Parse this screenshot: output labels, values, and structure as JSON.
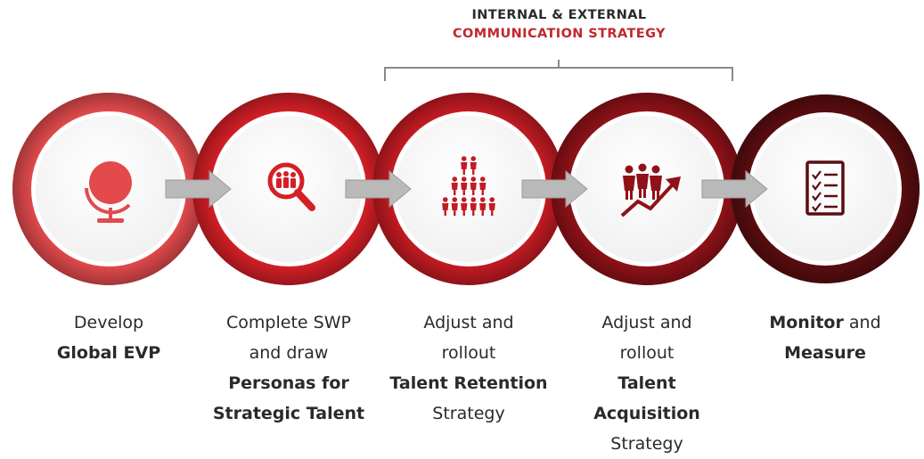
{
  "header": {
    "line1": "INTERNAL & EXTERNAL",
    "line2": "COMMUNICATION STRATEGY",
    "line2_color": "#c0282e"
  },
  "colors": {
    "step1": "#e24a4c",
    "step2": "#d41f26",
    "step3": "#c41b22",
    "step4": "#8f1218",
    "step5": "#5a0d10",
    "arrow": "#b9b9b9"
  },
  "steps": [
    {
      "icon": "globe-icon",
      "caption": [
        {
          "text": "Develop",
          "bold": false
        },
        {
          "text": "Global EVP",
          "bold": true
        }
      ]
    },
    {
      "icon": "people-search-icon",
      "caption": [
        {
          "text": "Complete SWP",
          "bold": false
        },
        {
          "text": "and draw",
          "bold": false
        },
        {
          "text": "Personas for",
          "bold": true
        },
        {
          "text": "Strategic Talent",
          "bold": true
        }
      ]
    },
    {
      "icon": "people-pyramid-icon",
      "caption": [
        {
          "text": "Adjust and",
          "bold": false
        },
        {
          "text": "rollout",
          "bold": false
        },
        {
          "text": "Talent Retention",
          "bold": true
        },
        {
          "text": "Strategy",
          "bold": false
        }
      ]
    },
    {
      "icon": "people-growth-icon",
      "caption": [
        {
          "text": "Adjust and",
          "bold": false
        },
        {
          "text": "rollout",
          "bold": false
        },
        {
          "text": "Talent",
          "bold": true
        },
        {
          "text": "Acquisition",
          "bold": true
        },
        {
          "text": "Strategy",
          "bold": false
        }
      ]
    },
    {
      "icon": "checklist-icon",
      "caption": [
        {
          "parts": [
            {
              "text": "Monitor",
              "bold": true
            },
            {
              "text": " and",
              "bold": false
            }
          ]
        },
        {
          "text": "Measure",
          "bold": true
        }
      ]
    }
  ]
}
